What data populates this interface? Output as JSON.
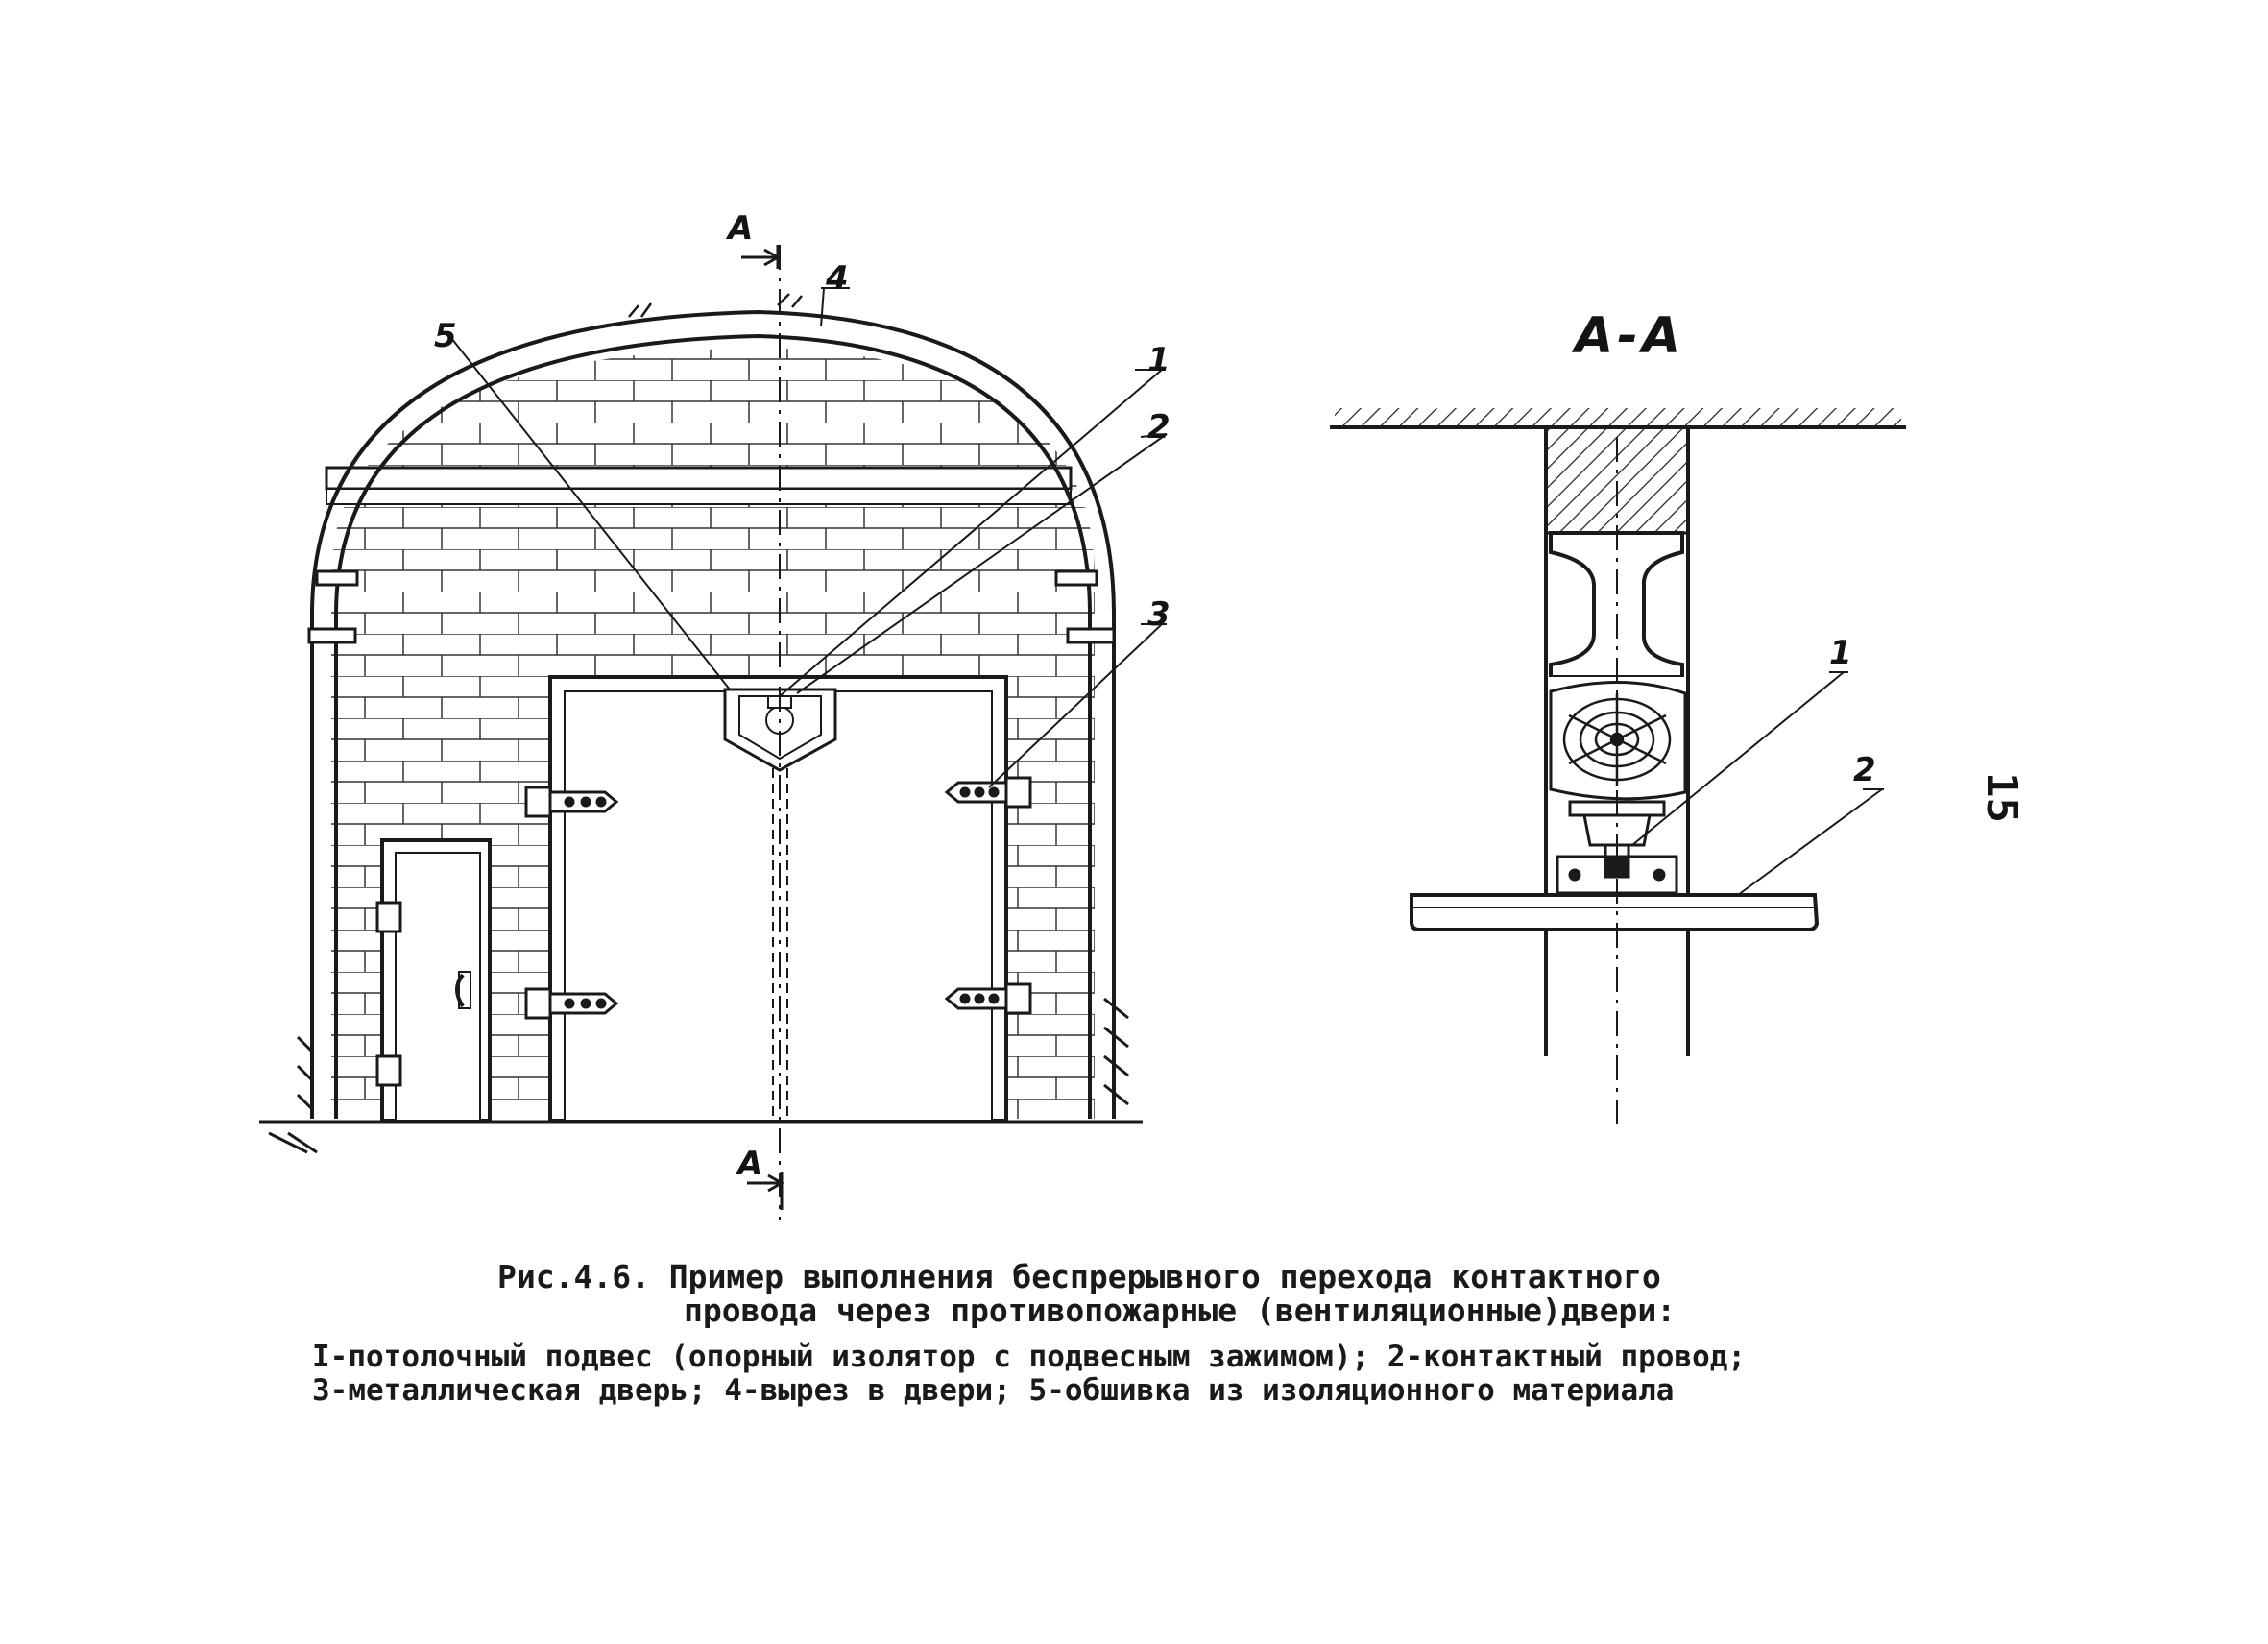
{
  "section_label": "A-A",
  "section_marks": {
    "top": "A",
    "bottom": "A"
  },
  "front_callouts": [
    "1",
    "2",
    "3",
    "4",
    "5"
  ],
  "section_callouts": [
    "1",
    "2"
  ],
  "page_number": "15",
  "caption": {
    "title_line1": "Рис.4.6. Пример выполнения беспрерывного перехода контактного",
    "title_line2": "провода через противопожарные (вентиляционные)двери:",
    "legend_line1": "I-потолочный подвес (опорный изолятор с подвесным зажимом); 2-контактный провод;",
    "legend_line2": "3-металлическая дверь; 4-вырез в двери; 5-обшивка из изоляционного материала"
  }
}
